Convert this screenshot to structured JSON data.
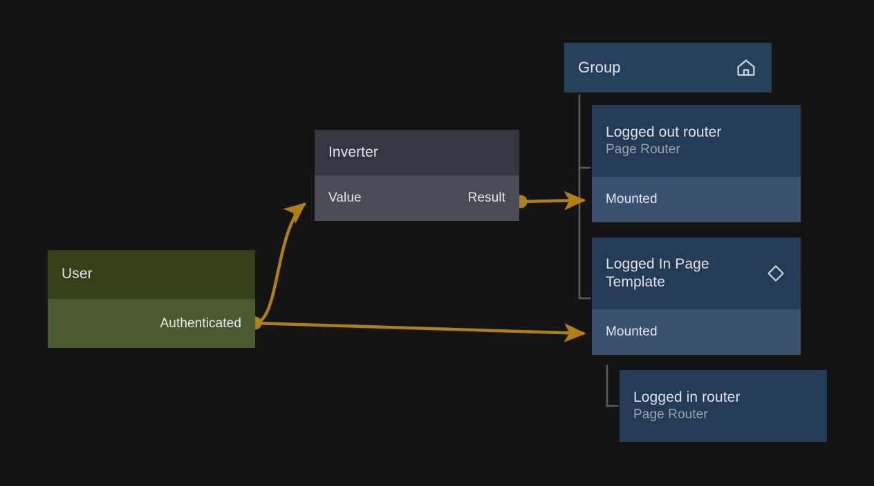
{
  "canvas": {
    "background": "#141414",
    "edge_color": "#b08018",
    "tree_line_color": "#5a5c5e"
  },
  "nodes": [
    {
      "id": "group",
      "title": "Group",
      "subtitle": "",
      "icon": "home-icon",
      "header_color": "#26405c",
      "ports": []
    },
    {
      "id": "logged-out-router",
      "title": "Logged out router",
      "subtitle": "Page Router",
      "icon": "",
      "header_color": "#233b55",
      "port_color": "#3a5170",
      "ports": [
        {
          "name": "Mounted",
          "dir": "in"
        }
      ]
    },
    {
      "id": "logged-in-page-template",
      "title": "Logged In Page\nTemplate",
      "subtitle": "",
      "icon": "diamond-icon",
      "header_color": "#233b55",
      "port_color": "#3a5170",
      "ports": [
        {
          "name": "Mounted",
          "dir": "in"
        }
      ]
    },
    {
      "id": "logged-in-router",
      "title": "Logged in router",
      "subtitle": "Page Router",
      "icon": "",
      "header_color": "#233b55",
      "ports": []
    },
    {
      "id": "inverter",
      "title": "Inverter",
      "subtitle": "",
      "icon": "",
      "header_color": "#35373f",
      "port_color": "#4a4c54",
      "ports": [
        {
          "name": "Value",
          "dir": "in"
        },
        {
          "name": "Result",
          "dir": "out"
        }
      ]
    },
    {
      "id": "user",
      "title": "User",
      "subtitle": "",
      "icon": "",
      "header_color": "#354019",
      "port_color": "#4c5a30",
      "ports": [
        {
          "name": "Authenticated",
          "dir": "out"
        }
      ]
    }
  ],
  "connections": [
    {
      "from": "user.Authenticated",
      "to": "inverter.Value"
    },
    {
      "from": "inverter.Result",
      "to": "logged-out-router.Mounted"
    },
    {
      "from": "user.Authenticated",
      "to": "logged-in-page-template.Mounted"
    }
  ]
}
